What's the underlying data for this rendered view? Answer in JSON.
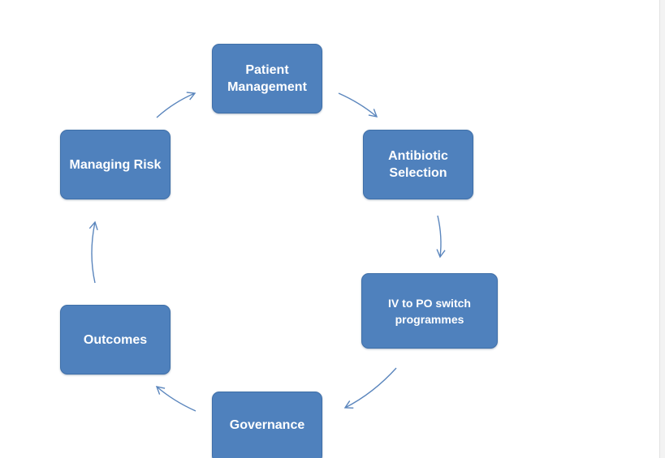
{
  "diagram": {
    "colors": {
      "box": "#4f81bd",
      "box_text": "#ffffff",
      "arrow": "#5b86bd"
    },
    "nodes": [
      {
        "id": "patient-management",
        "label": "Patient\nManagement"
      },
      {
        "id": "antibiotic-selection",
        "label": "Antibiotic\nSelection"
      },
      {
        "id": "iv-to-po",
        "label": "IV to PO switch\nprogrammes"
      },
      {
        "id": "governance",
        "label": "Governance"
      },
      {
        "id": "outcomes",
        "label": "Outcomes"
      },
      {
        "id": "managing-risk",
        "label": "Managing Risk"
      }
    ],
    "edges": [
      {
        "from": "patient-management",
        "to": "antibiotic-selection"
      },
      {
        "from": "antibiotic-selection",
        "to": "iv-to-po"
      },
      {
        "from": "iv-to-po",
        "to": "governance"
      },
      {
        "from": "governance",
        "to": "outcomes"
      },
      {
        "from": "outcomes",
        "to": "managing-risk"
      },
      {
        "from": "managing-risk",
        "to": "patient-management"
      }
    ]
  }
}
